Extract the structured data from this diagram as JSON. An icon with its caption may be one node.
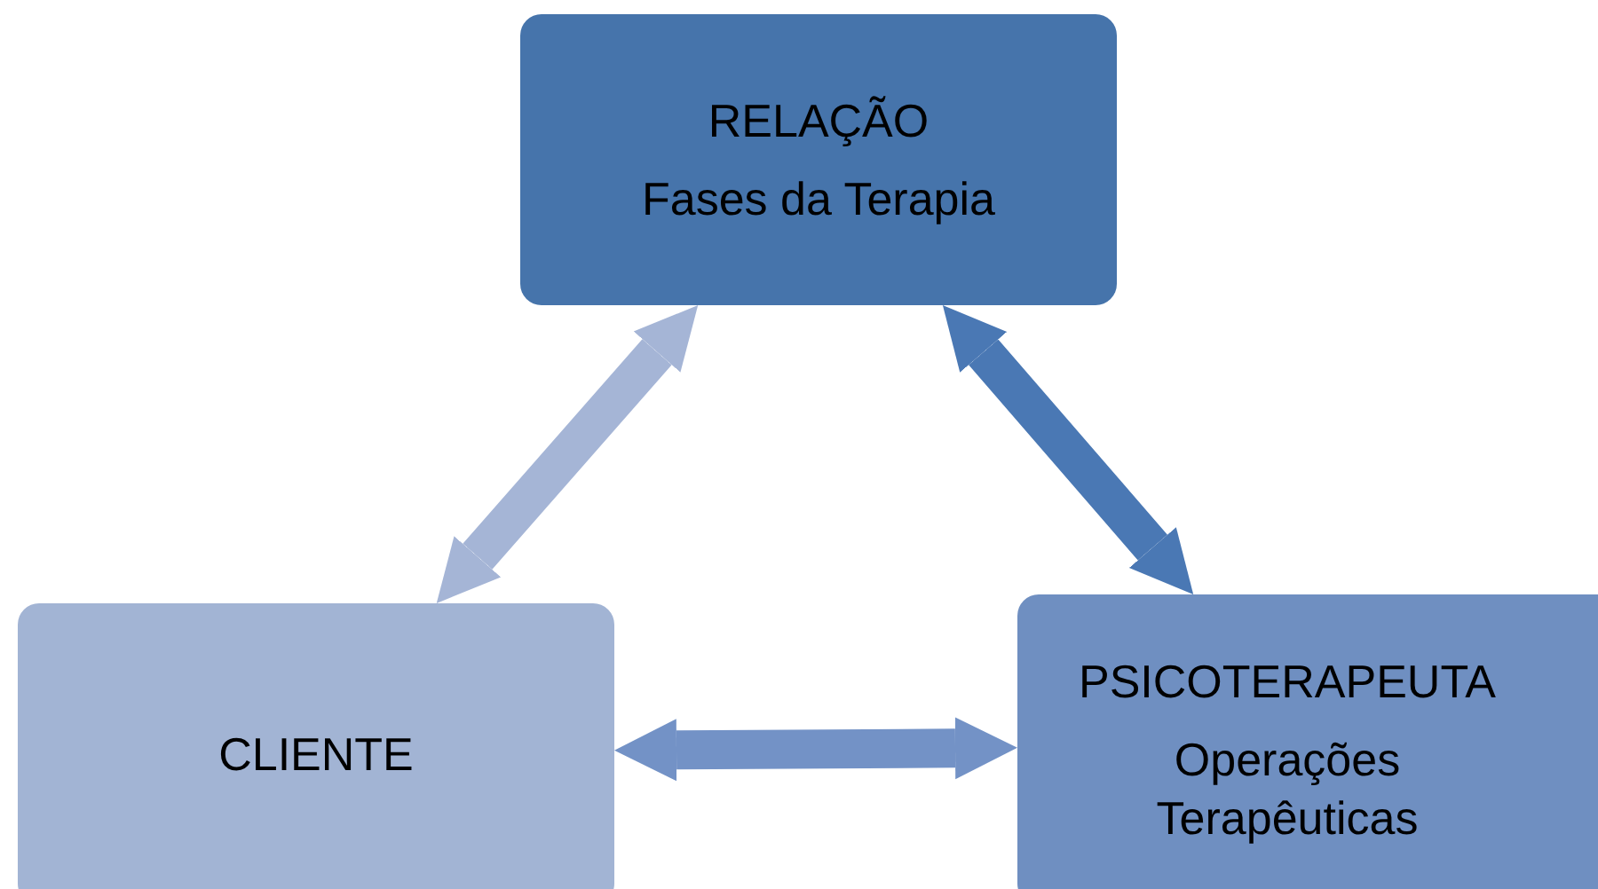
{
  "diagram": {
    "nodes": [
      {
        "text": [
          "RELAÇÃO",
          "Fases da Terapia"
        ]
      },
      {
        "text": [
          "CLIENTE"
        ]
      },
      {
        "text": [
          "PSICOTERAPEUTA",
          "Operações Terapêuticas"
        ]
      }
    ],
    "edges": [
      {
        "from": 0,
        "to": 1,
        "arrow": "both",
        "color": "#a5b5d6"
      },
      {
        "from": 0,
        "to": 2,
        "arrow": "both",
        "color": "#4a78b4"
      },
      {
        "from": 1,
        "to": 2,
        "arrow": "both",
        "color": "#7392c6"
      }
    ]
  }
}
